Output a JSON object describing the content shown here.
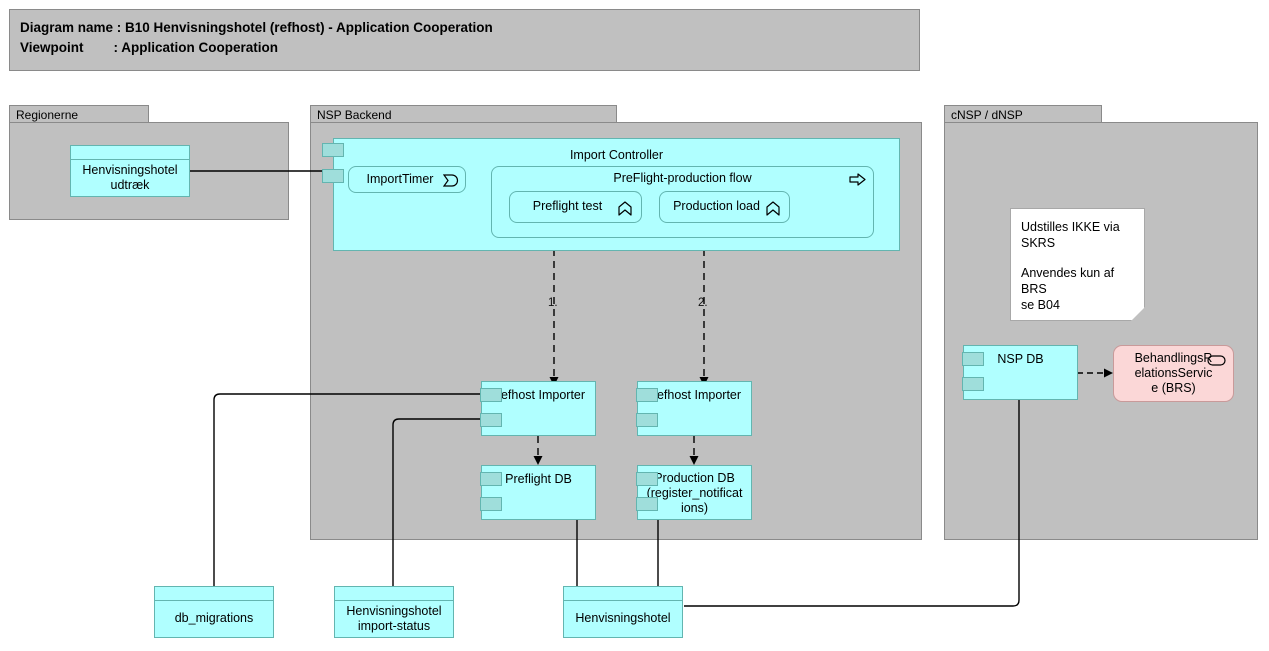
{
  "header": {
    "line1": "Diagram name : B10 Henvisningshotel (refhost) - Application Cooperation",
    "line2": "Viewpoint        : Application Cooperation"
  },
  "groups": [
    {
      "name": "regionerne",
      "label": "Regionerne"
    },
    {
      "name": "nsp-backend",
      "label": "NSP Backend"
    },
    {
      "name": "cnsp-dnsp",
      "label": "cNSP / dNSP"
    }
  ],
  "components": {
    "henvisningshotel_udtraek": "Henvisningshotel\nudtræk",
    "import_controller": "Import Controller",
    "import_timer": "ImportTimer",
    "preflight_production_flow": "PreFlight-production flow",
    "preflight_test": "Preflight test",
    "production_load": "Production load",
    "refhost_importer_1": "Refhost Importer",
    "refhost_importer_2": "Refhost Importer",
    "preflight_db": "Preflight DB",
    "production_db": "Production DB\n(register_notificat\nions)",
    "nsp_db": "NSP DB",
    "brs_service": "BehandlingsR\nelationsServic\ne (BRS)",
    "db_migrations": "db_migrations",
    "henvisningshotel_import_status": "Henvisningshotel\nimport-status",
    "henvisningshotel": "Henvisningshotel"
  },
  "note": {
    "line1": "Udstilles IKKE via SKRS",
    "line2": "Anvendes kun af BRS\nse B04"
  },
  "connector_labels": [
    {
      "name": "flow-step-1",
      "text": "1."
    },
    {
      "name": "flow-step-2",
      "text": "2."
    }
  ],
  "icons": {
    "application_event": "application-event-icon",
    "application_function": "application-function-icon",
    "application_process": "application-process-icon",
    "application_service": "application-service-icon"
  },
  "colors": {
    "group_gray": "#c0c0c0",
    "group_border": "#8a8a8a",
    "component_fill": "#b0ffff",
    "component_border": "#63b5b0",
    "port_fill": "#9fdedb",
    "service_fill": "#fbd7d7",
    "service_border": "#c99a9a",
    "note_fill": "#ffffff",
    "line": "#000000"
  }
}
